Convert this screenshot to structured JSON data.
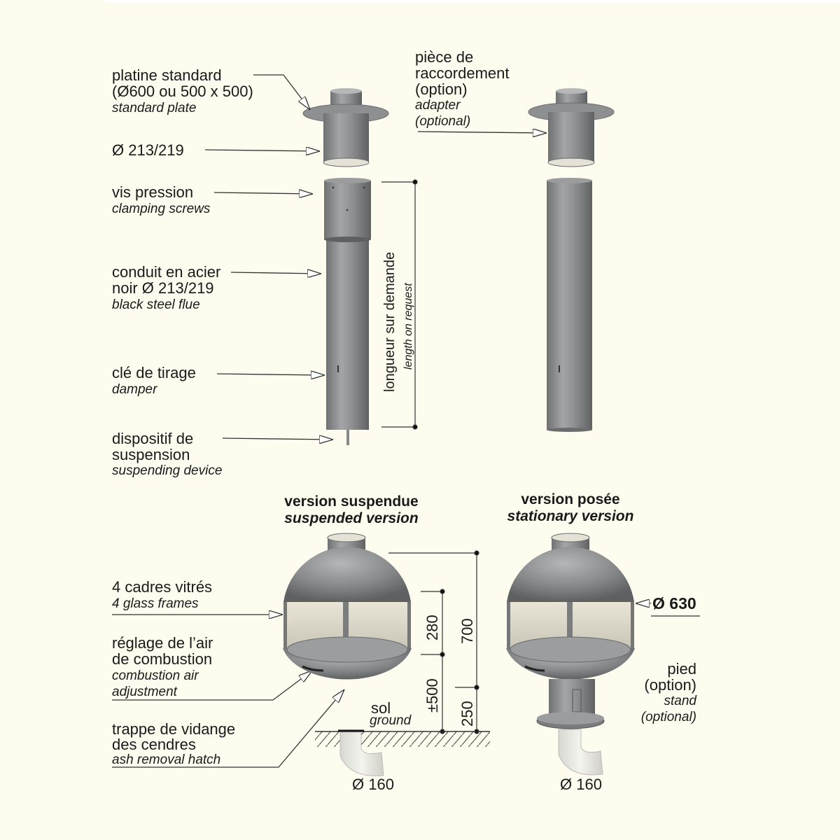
{
  "flue_parts": {
    "plate": {
      "fr1": "platine standard",
      "fr2": "(Ø600 ou 500 x 500)",
      "en": "standard plate"
    },
    "diameter": {
      "fr": "Ø 213/219"
    },
    "screws": {
      "fr": "vis pression",
      "en": "clamping screws"
    },
    "flue": {
      "fr1": "conduit en acier",
      "fr2": "noir Ø 213/219",
      "en": "black steel flue"
    },
    "damper": {
      "fr": "clé de tirage",
      "en": "damper"
    },
    "suspension": {
      "fr1": "dispositif de",
      "fr2": "suspension",
      "en": "suspending device"
    },
    "length": {
      "fr": "longueur sur demande",
      "en": "length on request"
    },
    "adapter": {
      "fr1": "pièce de",
      "fr2": "raccordement",
      "fr3": "(option)",
      "en1": "adapter",
      "en2": "(optional)"
    }
  },
  "versions": {
    "suspended": {
      "fr": "version suspendue",
      "en": "suspended version"
    },
    "stationary": {
      "fr": "version posée",
      "en": "stationary version"
    }
  },
  "fireplace_parts": {
    "glass": {
      "fr": "4 cadres vitrés",
      "en": "4 glass frames"
    },
    "air": {
      "fr1": "réglage de l’air",
      "fr2": "de combustion",
      "en1": "combustion air",
      "en2": "adjustment"
    },
    "ash": {
      "fr1": "trappe de vidange",
      "fr2": "des cendres",
      "en": "ash removal hatch"
    },
    "ground": {
      "fr": "sol",
      "en": "ground"
    },
    "stand": {
      "fr1": "pied",
      "fr2": "(option)",
      "en1": "stand",
      "en2": "(optional)"
    },
    "diameter_sphere": "Ø 630",
    "duct_left": "Ø 160",
    "duct_right": "Ø 160"
  },
  "dimensions": {
    "d280": "280",
    "d700": "700",
    "d500": "±500",
    "d250": "250"
  }
}
